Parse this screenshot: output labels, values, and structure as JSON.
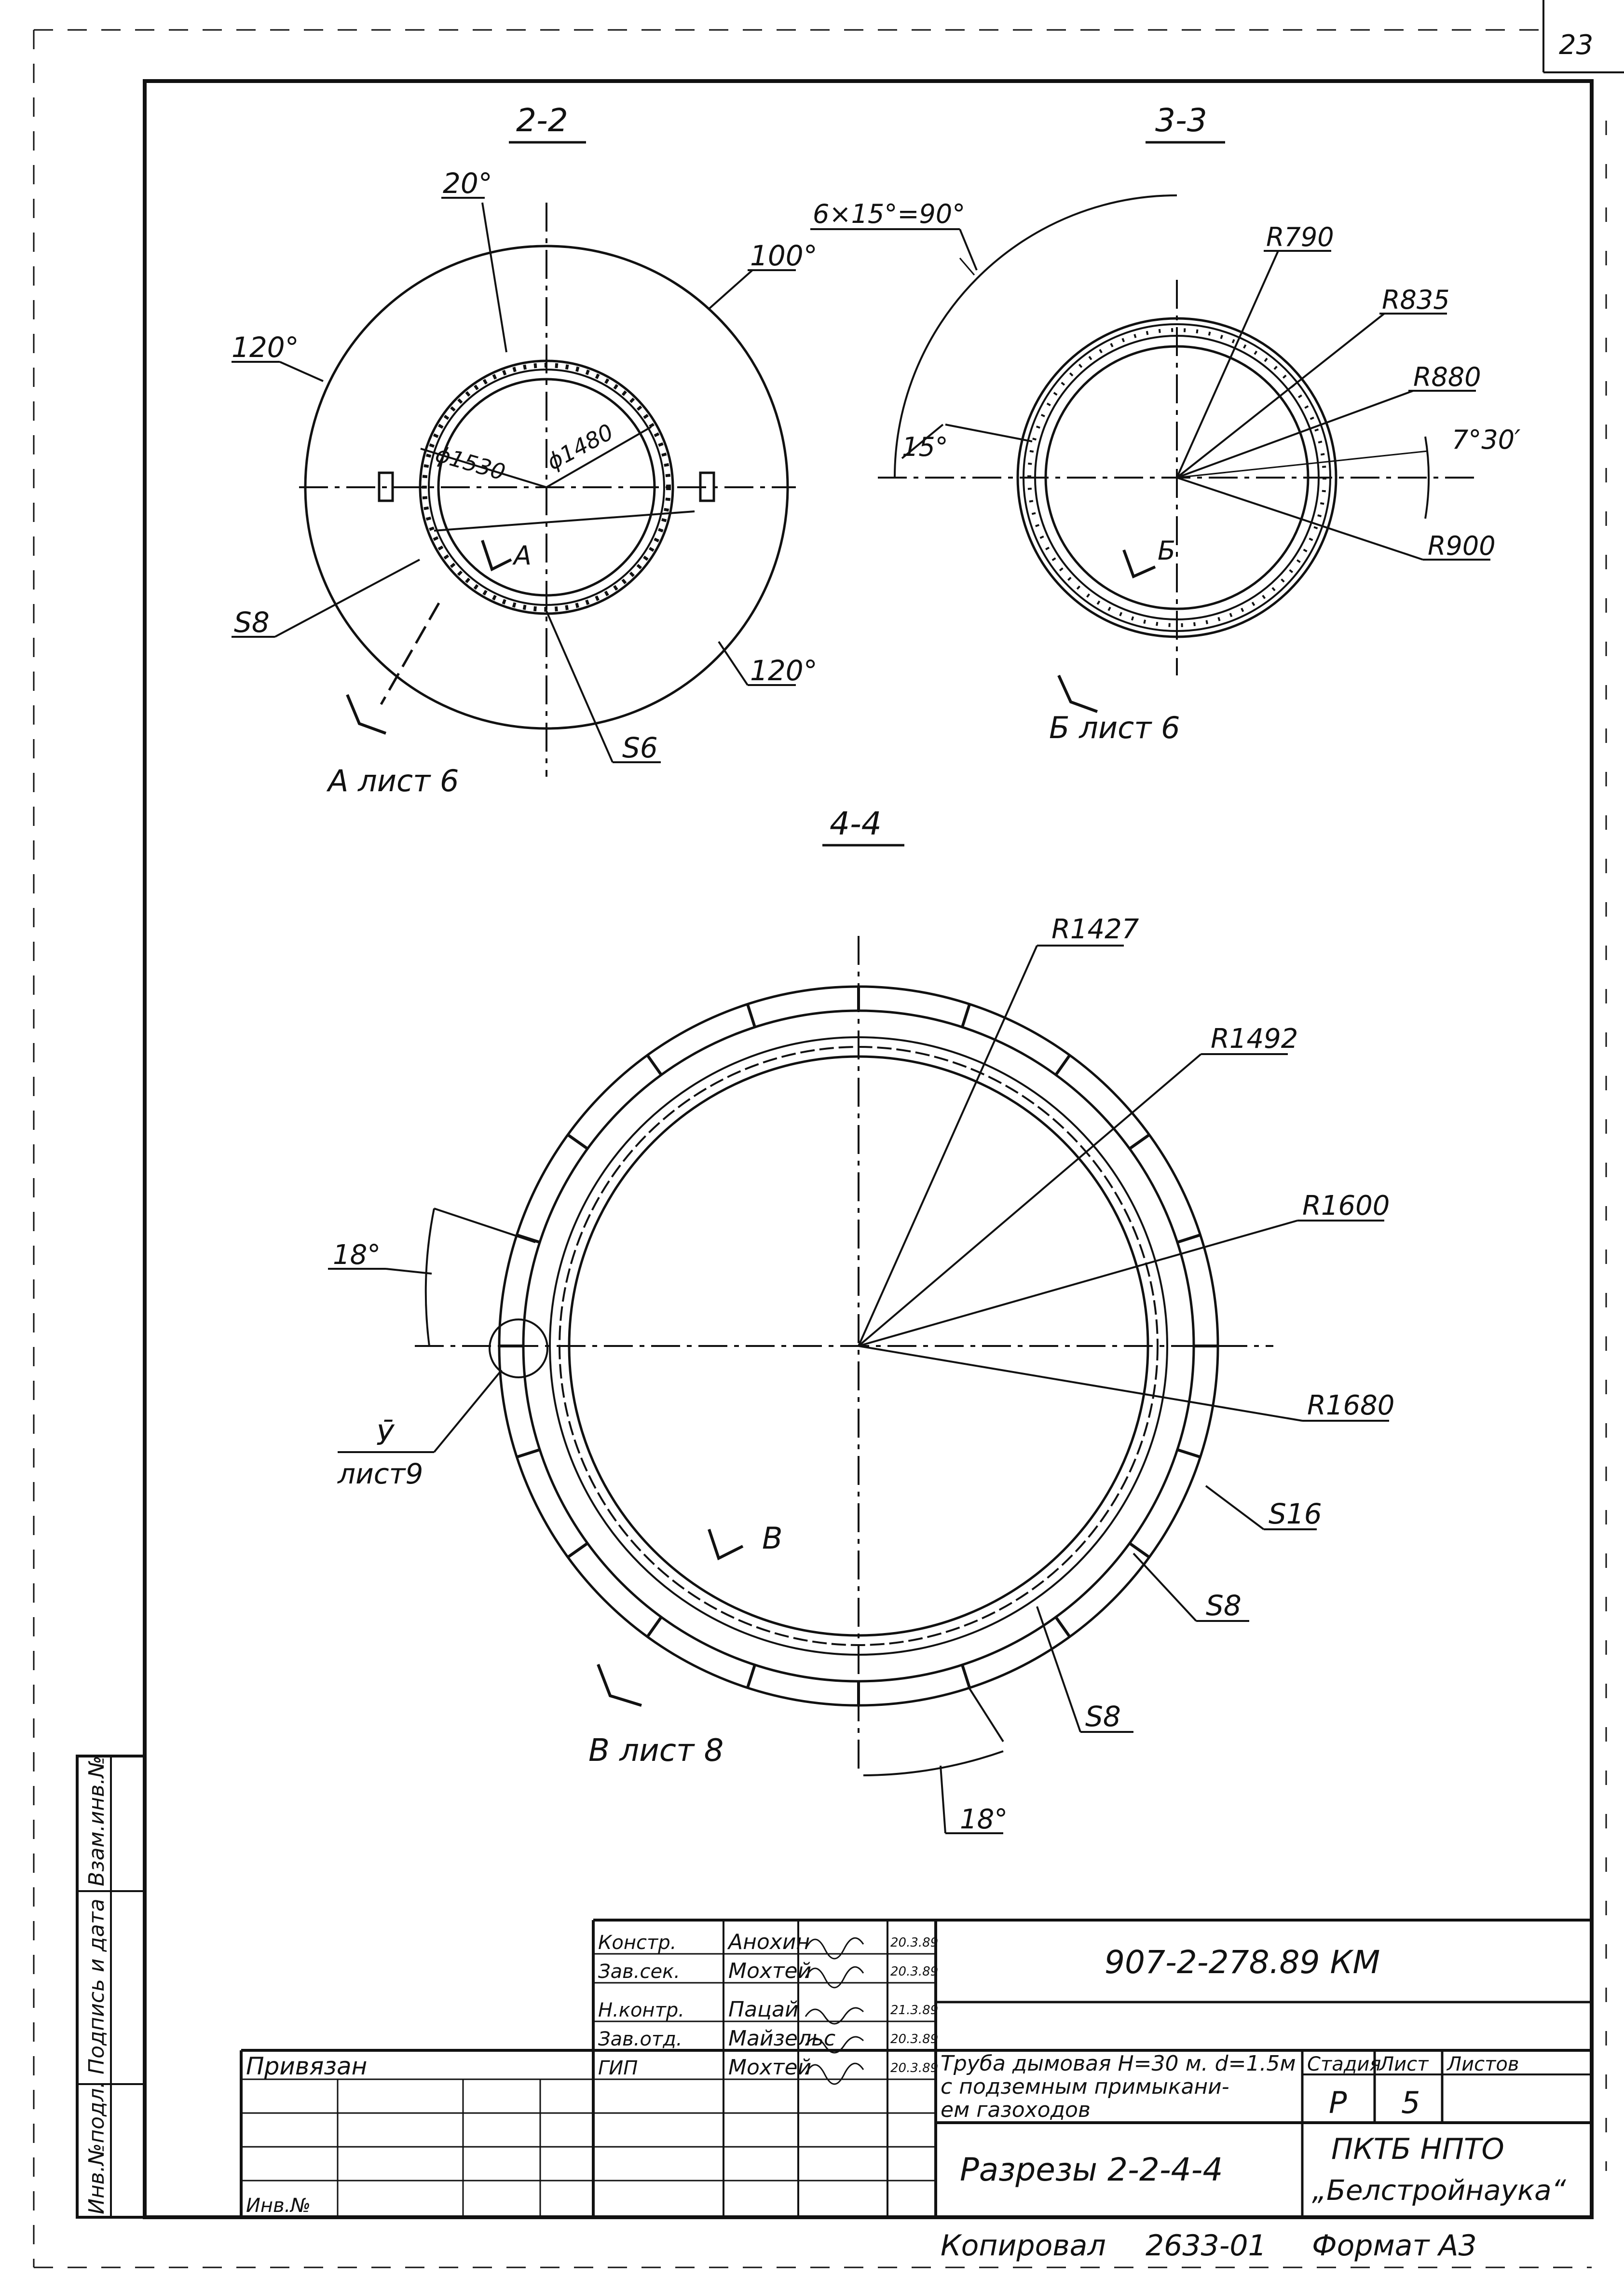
{
  "sheet_corner_number": "23",
  "sections": {
    "s22": {
      "title": "2-2",
      "angles": [
        "20°",
        "100°",
        "120°",
        "120°"
      ],
      "diameters": [
        "ϕ1530",
        "ϕ1480"
      ],
      "thickness": [
        "S8",
        "S6"
      ],
      "cut_letter": "A",
      "cut_ref": "A лист 6"
    },
    "s33": {
      "title": "3-3",
      "angle_total": "6×15°=90°",
      "angle_15": "15°",
      "angle_730": "7°30′",
      "radii": [
        "R790",
        "R835",
        "R880",
        "R900"
      ],
      "cut_letter": "Б",
      "cut_ref": "Б лист 6"
    },
    "s44": {
      "title": "4-4",
      "radii": [
        "R1427",
        "R1492",
        "R1600",
        "R1680"
      ],
      "angles": [
        "18°",
        "18°"
      ],
      "thickness": [
        "S16",
        "S8",
        "S8"
      ],
      "node_label": "Ӯ",
      "node_ref": "лист9",
      "cut_letter": "B",
      "cut_ref": "B лист 8"
    }
  },
  "side_stamp": [
    "Инв.№подл.",
    "Подпись и дата",
    "Взам.инв.№"
  ],
  "title_block": {
    "doc_code": "907-2-278.89 КМ",
    "roles": [
      "Констр.",
      "Зав.сек.",
      "Н.контр.",
      "Зав.отд.",
      "ГИП"
    ],
    "names": [
      "Анохин",
      "Мохтей",
      "Пацай",
      "Майзельс",
      "Мохтей"
    ],
    "dates": [
      "20.3.89",
      "20.3.89",
      "21.3.89",
      "20.3.89",
      "20.3.89"
    ],
    "privyazan": "Привязан",
    "inv_no": "Инв.№",
    "object_title": [
      "Труба дымовая Н=30 м. d=1.5м",
      "с подземным примыкани-",
      "ем газоходов"
    ],
    "drawing_title": "Разрезы 2-2-4-4",
    "stage_hdr": "Стадия",
    "sheet_hdr": "Лист",
    "sheets_hdr": "Листов",
    "stage": "Р",
    "sheet": "5",
    "org": [
      "ПКТБ НПТО",
      "„Белстройнаука“"
    ]
  },
  "footer": {
    "copied": "Копировал",
    "code": "2633-01",
    "format": "Формат А3"
  }
}
